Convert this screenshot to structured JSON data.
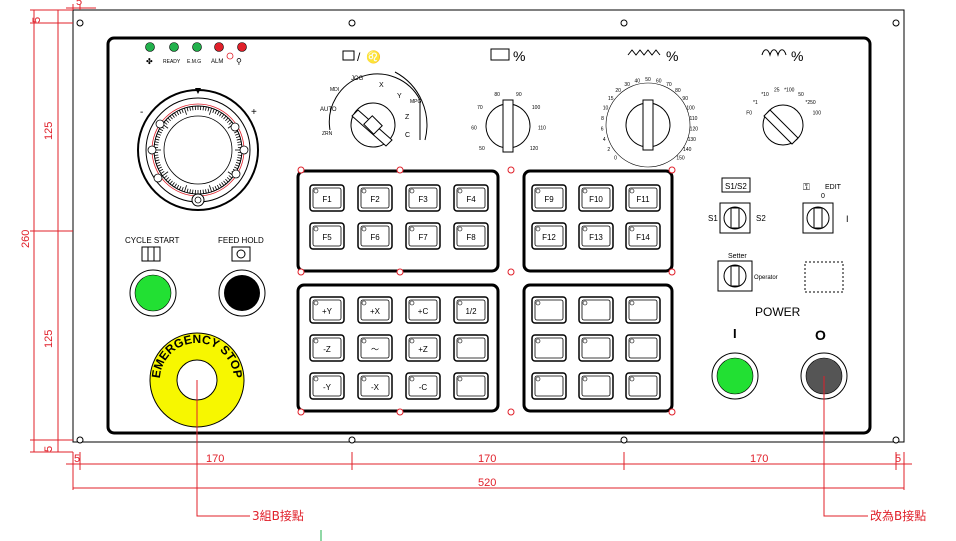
{
  "dimensions": {
    "left_top_small": "5",
    "left_upper": "125",
    "left_total": "260",
    "left_lower": "125",
    "left_bottom_small": "5",
    "bottom_left_small": "5",
    "bottom_seg1": "170",
    "bottom_seg2": "170",
    "bottom_seg3": "170",
    "bottom_right_small": "5",
    "bottom_total": "520"
  },
  "status_leds": [
    "READY",
    "E.M.G",
    "ALM"
  ],
  "mode_selector": {
    "title": "□/✋",
    "labels": [
      "JOG",
      "X",
      "Y",
      "MPG",
      "Z",
      "C",
      "AUTO",
      "MDI",
      "ZRN"
    ]
  },
  "spindle_override": {
    "title": "%",
    "ticks": [
      "50",
      "60",
      "70",
      "80",
      "90",
      "100",
      "110",
      "120"
    ]
  },
  "feed_override": {
    "title": "%",
    "ticks": [
      "0",
      "2",
      "4",
      "6",
      "8",
      "10",
      "15",
      "20",
      "30",
      "40",
      "50",
      "60",
      "70",
      "80",
      "90",
      "100",
      "110",
      "120",
      "130",
      "140",
      "150"
    ]
  },
  "rapid_override": {
    "title": "%",
    "ticks": [
      "F0",
      "*1",
      "*10",
      "25",
      "*100",
      "50",
      "*250",
      "100"
    ]
  },
  "hand_wheel": {
    "minus": "-",
    "plus": "+"
  },
  "cycle_start_label": "CYCLE START",
  "feed_hold_label": "FEED HOLD",
  "emergency_label": "EMERGENCY STOP",
  "power_label": "POWER",
  "power_on_symbol": "I",
  "power_off_symbol": "O",
  "selector_s1s2": {
    "top": "S1/S2",
    "left": "S1",
    "right": "S2"
  },
  "selector_edit": {
    "top": "EDIT",
    "zero": "0",
    "one": "I"
  },
  "selector_setter": {
    "top": "Setter",
    "right": "Operator"
  },
  "keys_top_left": [
    "F1",
    "F2",
    "F3",
    "F4",
    "F5",
    "F6",
    "F7",
    "F8"
  ],
  "keys_top_right": [
    "F9",
    "F10",
    "F11",
    "F12",
    "F13",
    "F14"
  ],
  "keys_bottom_left": [
    "+Y",
    "+X",
    "+C",
    "1/2",
    "-Z",
    "〜",
    "+Z",
    "",
    "-Y",
    "-X",
    "-C",
    ""
  ],
  "keys_bottom_right": [
    "",
    "",
    "",
    "",
    "",
    "",
    "",
    "",
    ""
  ],
  "callouts": {
    "left": "3組B接點",
    "right": "改為B接點"
  }
}
